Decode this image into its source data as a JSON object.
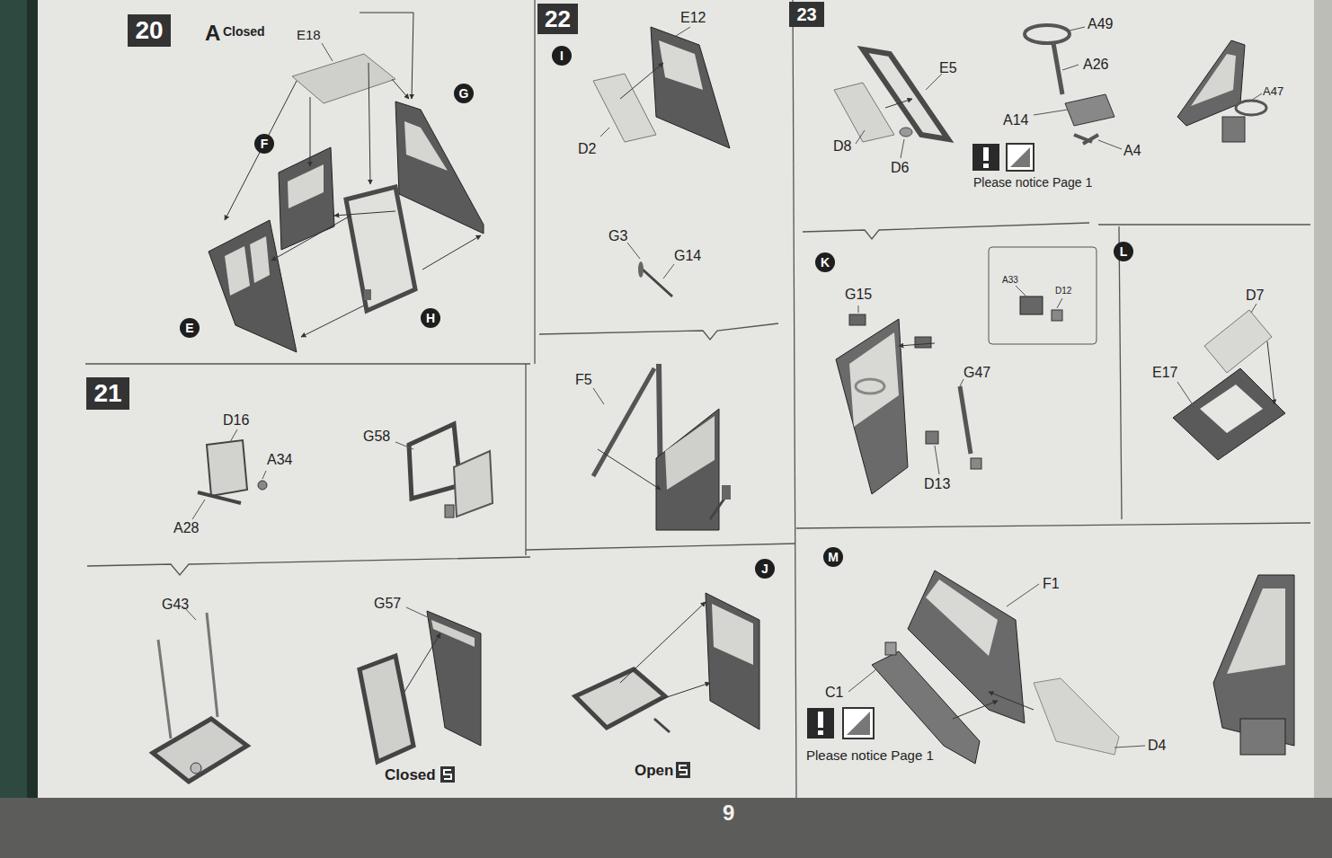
{
  "diagram": {
    "nodes": [
      {
        "text": [
          "20"
        ]
      },
      {
        "text": [
          "G"
        ]
      },
      {
        "text": [
          "F"
        ]
      },
      {
        "text": [
          "E"
        ]
      },
      {
        "text": [
          "H"
        ]
      },
      {
        "text": [
          "21"
        ]
      },
      {
        "text": [
          "22"
        ]
      },
      {
        "text": [
          "I"
        ]
      },
      {
        "text": [
          "J"
        ]
      },
      {
        "text": [
          "23"
        ]
      },
      {
        "text": [
          "K"
        ]
      },
      {
        "text": [
          "L"
        ]
      },
      {
        "text": [
          "M"
        ]
      }
    ],
    "labels": [
      "A",
      "Closed",
      "E18",
      "D16",
      "A34",
      "A28",
      "G58",
      "G43",
      "G57",
      "Closed",
      "Open",
      "E12",
      "D2",
      "G3",
      "G14",
      "F5",
      "A49",
      "E5",
      "A26",
      "A14",
      "D8",
      "D6",
      "A4",
      "Please notice Page 1",
      "A47",
      "G15",
      "A33",
      "D12",
      "G47",
      "D13",
      "D7",
      "E17",
      "F1",
      "C1",
      "Please notice Page 1",
      "D4",
      "9"
    ]
  }
}
